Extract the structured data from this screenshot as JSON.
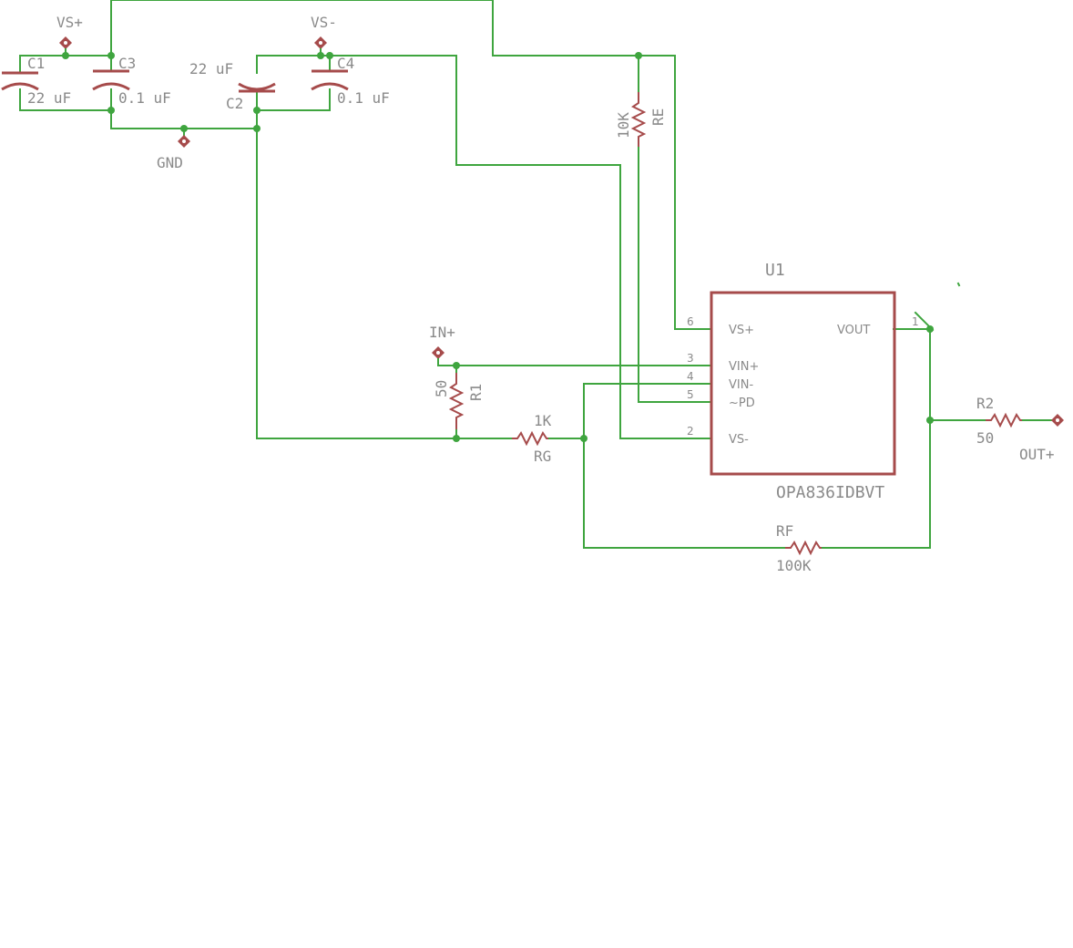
{
  "supplies": {
    "vs_plus": "VS+",
    "vs_minus": "VS-",
    "gnd": "GND",
    "in_plus": "IN+",
    "out_plus": "OUT+"
  },
  "capacitors": {
    "c1": {
      "name": "C1",
      "value": "22 uF"
    },
    "c2": {
      "name": "C2",
      "value": "22 uF"
    },
    "c3": {
      "name": "C3",
      "value": "0.1 uF"
    },
    "c4": {
      "name": "C4",
      "value": "0.1 uF"
    }
  },
  "resistors": {
    "re": {
      "name": "RE",
      "value": "10K"
    },
    "r1": {
      "name": "R1",
      "value": "50"
    },
    "rg": {
      "name": "RG",
      "value": "1K"
    },
    "rf": {
      "name": "RF",
      "value": "100K"
    },
    "r2": {
      "name": "R2",
      "value": "50"
    }
  },
  "opamp": {
    "ref": "U1",
    "part": "OPA836IDBVT",
    "pins": {
      "vs_plus": {
        "name": "VS+",
        "num": "6"
      },
      "vin_plus": {
        "name": "VIN+",
        "num": "3"
      },
      "vin_minus": {
        "name": "VIN-",
        "num": "4"
      },
      "pd": {
        "name": "~PD",
        "num": "5"
      },
      "vs_minus": {
        "name": "VS-",
        "num": "2"
      },
      "vout": {
        "name": "VOUT",
        "num": "1"
      }
    }
  },
  "colors": {
    "wire": "#3fa53f",
    "component": "#a64b4b",
    "label": "#8a8a8a",
    "background": "#ffffff"
  }
}
